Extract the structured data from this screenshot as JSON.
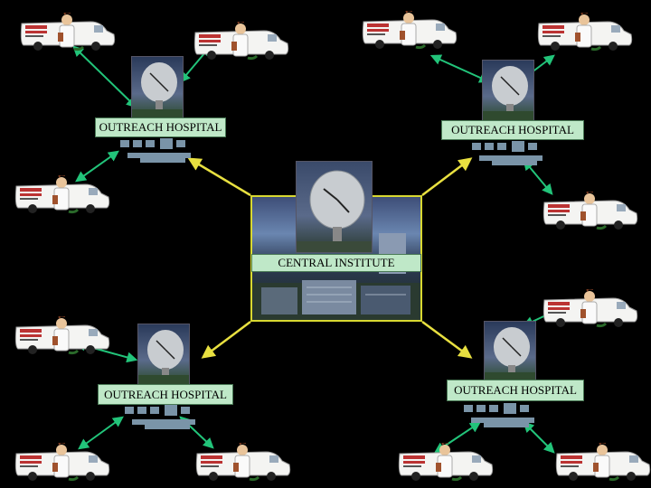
{
  "central": {
    "label": "CENTRAL INSTITUTE"
  },
  "hospitals": {
    "top_left": {
      "label": "OUTREACH HOSPITAL"
    },
    "top_right": {
      "label": "OUTREACH  HOSPITAL"
    },
    "bottom_left": {
      "label": "OUTREACH  HOSPITAL"
    },
    "bottom_right": {
      "label": "OUTREACH  HOSPITAL"
    }
  },
  "colors": {
    "central_link": "#e8e040",
    "van_link": "#22c47a",
    "label_fill": "#bfe8c8",
    "background": "#000000"
  },
  "icons": {
    "van": "ambulance-van-icon",
    "doctor": "doctor-icon",
    "dish": "satellite-dish-icon"
  }
}
